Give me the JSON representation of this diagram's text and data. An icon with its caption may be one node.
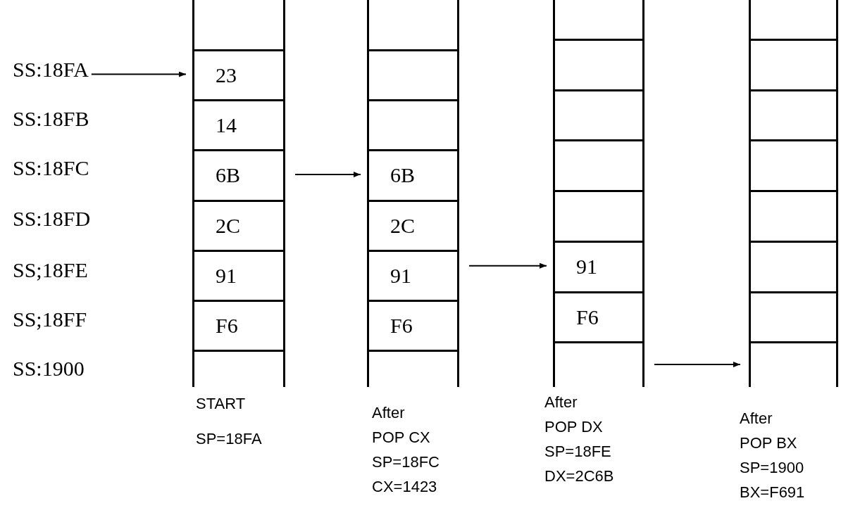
{
  "diagram": {
    "nodes": [
      {
        "text": [
          "SS:18FA"
        ]
      },
      {
        "text": [],
        "shape": "box",
        "beside": [
          "START",
          "SP=18FA"
        ]
      },
      {
        "text": [
          "23"
        ],
        "in": 1
      },
      {
        "text": [
          "14"
        ],
        "in": 1
      },
      {
        "text": [
          "6B"
        ],
        "in": 1
      },
      {
        "text": [
          "2C"
        ],
        "in": 1
      },
      {
        "text": [
          "91"
        ],
        "in": 1
      },
      {
        "text": [
          "F6"
        ],
        "in": 1
      },
      {
        "text": [],
        "shape": "box",
        "beside": [
          "After",
          "POP CX",
          "SP=18FC",
          "CX=1423"
        ]
      },
      {
        "text": [],
        "shape": "box",
        "in": 8
      },
      {
        "text": [],
        "shape": "box",
        "in": 8
      },
      {
        "text": [
          "6B"
        ],
        "in": 8
      },
      {
        "text": [
          "2C"
        ],
        "in": 8
      },
      {
        "text": [
          "91"
        ],
        "in": 8
      },
      {
        "text": [
          "F6"
        ],
        "in": 8
      },
      {
        "text": [],
        "shape": "box",
        "beside": [
          "After",
          "POP DX",
          "SP=18FE",
          "DX=2C6B"
        ]
      },
      {
        "text": [],
        "shape": "box",
        "in": 15
      },
      {
        "text": [],
        "shape": "box",
        "in": 15
      },
      {
        "text": [],
        "shape": "box",
        "in": 15
      },
      {
        "text": [],
        "shape": "box",
        "in": 15
      },
      {
        "text": [
          "91"
        ],
        "in": 15
      },
      {
        "text": [
          "F6"
        ],
        "in": 15
      },
      {
        "text": [],
        "shape": "box",
        "beside": [
          "After",
          "POP BX",
          "SP=1900",
          "BX=F691"
        ]
      },
      {
        "text": [],
        "shape": "box",
        "in": 22
      },
      {
        "text": [],
        "shape": "box",
        "in": 22
      },
      {
        "text": [],
        "shape": "box",
        "in": 22
      },
      {
        "text": [],
        "shape": "box",
        "in": 22
      },
      {
        "text": [],
        "shape": "box",
        "in": 22
      },
      {
        "text": [],
        "shape": "box",
        "in": 22
      }
    ],
    "edges": [
      {
        "from": 0,
        "to": 2,
        "arrow": "to"
      },
      {
        "from": 1,
        "to": 11,
        "arrow": "to"
      },
      {
        "from": 8,
        "to": 20,
        "arrow": "to"
      },
      {
        "from": 15,
        "to": 22,
        "arrow": "to"
      }
    ],
    "labels": [
      "SS:18FB",
      "SS:18FC",
      "SS:18FD",
      "SS;18FE",
      "SS;18FF",
      "SS:1900"
    ]
  }
}
